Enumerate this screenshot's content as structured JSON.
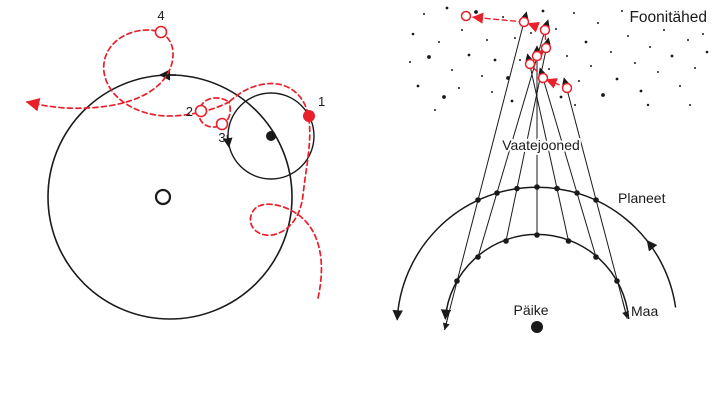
{
  "colors": {
    "red": "#e8202a",
    "ink": "#1a1a1a",
    "background": "#ffffff"
  },
  "left_diagram": {
    "description": "epicycle-deferent model with retrograde loop path",
    "point_labels": {
      "n1": "1",
      "n2": "2",
      "n3": "3",
      "n4": "4"
    }
  },
  "right_diagram": {
    "labels": {
      "background_stars": "Foonitähed",
      "sight_lines": "Vaatejooned",
      "planet": "Planeet",
      "sun": "Päike",
      "earth": "Maa"
    },
    "star_points": [
      [
        413,
        34,
        1.3
      ],
      [
        424,
        14,
        1
      ],
      [
        429,
        57,
        1.9
      ],
      [
        418,
        86,
        1.4
      ],
      [
        439,
        42,
        1
      ],
      [
        447,
        8,
        1.4
      ],
      [
        452,
        70,
        1
      ],
      [
        444,
        97,
        1.9
      ],
      [
        462,
        30,
        1
      ],
      [
        469,
        55,
        1.4
      ],
      [
        459,
        88,
        1
      ],
      [
        476,
        12,
        1.9
      ],
      [
        482,
        76,
        1
      ],
      [
        487,
        40,
        1
      ],
      [
        495,
        60,
        1.4
      ],
      [
        492,
        92,
        1
      ],
      [
        503,
        17,
        1
      ],
      [
        508,
        78,
        1.9
      ],
      [
        515,
        38,
        1
      ],
      [
        512,
        101,
        1.4
      ],
      [
        520,
        60,
        1
      ],
      [
        531,
        33,
        1
      ],
      [
        537,
        91,
        1
      ],
      [
        543,
        11,
        1.4
      ],
      [
        549,
        69,
        1
      ],
      [
        556,
        29,
        1
      ],
      [
        561,
        97,
        1.4
      ],
      [
        567,
        56,
        1
      ],
      [
        574,
        13,
        1
      ],
      [
        579,
        81,
        1
      ],
      [
        586,
        42,
        1.4
      ],
      [
        591,
        66,
        1
      ],
      [
        598,
        23,
        1
      ],
      [
        603,
        95,
        1.9
      ],
      [
        611,
        52,
        1
      ],
      [
        617,
        79,
        1.4
      ],
      [
        622,
        11,
        1
      ],
      [
        628,
        36,
        1
      ],
      [
        635,
        63,
        1
      ],
      [
        641,
        91,
        1.4
      ],
      [
        650,
        47,
        1
      ],
      [
        658,
        72,
        1
      ],
      [
        664,
        30,
        1
      ],
      [
        672,
        56,
        1.4
      ],
      [
        680,
        86,
        1
      ],
      [
        688,
        40,
        1
      ],
      [
        695,
        68,
        1
      ],
      [
        703,
        34,
        1
      ],
      [
        707,
        52,
        1.3
      ],
      [
        410,
        62,
        1
      ],
      [
        435,
        110,
        1
      ],
      [
        575,
        105,
        1
      ],
      [
        648,
        105,
        1.2
      ],
      [
        690,
        105,
        1
      ]
    ]
  }
}
